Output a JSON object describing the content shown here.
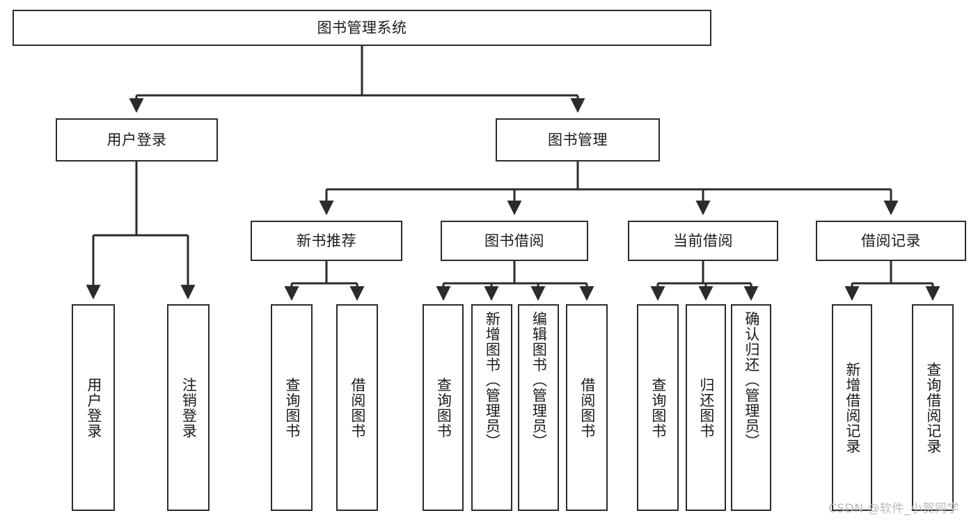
{
  "diagram": {
    "title": "图书管理系统",
    "watermark": "CSDN @软件_小贺同学",
    "colors": {
      "box_border": "#2b2b2b",
      "box_fill": "#ffffff",
      "line": "#2b2b2b",
      "text": "#1a1a1a",
      "watermark": "#b9b9b9"
    },
    "nodes": {
      "root": {
        "label": "图书管理系统"
      },
      "level1": [
        {
          "label": "用户登录"
        },
        {
          "label": "图书管理"
        }
      ],
      "level2": [
        {
          "label": "新书推荐"
        },
        {
          "label": "图书借阅"
        },
        {
          "label": "当前借阅"
        },
        {
          "label": "借阅记录"
        }
      ],
      "leaves": {
        "user_login": [
          {
            "label": "用户登录"
          },
          {
            "label": "注销登录"
          }
        ],
        "new_book_recommend": [
          {
            "label": "查询图书"
          },
          {
            "label": "借阅图书"
          }
        ],
        "book_borrow": [
          {
            "label": "查询图书"
          },
          {
            "label": "新增图书（管理员）"
          },
          {
            "label": "编辑图书（管理员）"
          },
          {
            "label": "借阅图书"
          }
        ],
        "current_borrow": [
          {
            "label": "查询图书"
          },
          {
            "label": "归还图书"
          },
          {
            "label": "确认归还（管理员）"
          }
        ],
        "borrow_record": [
          {
            "label": "新增借阅记录"
          },
          {
            "label": "查询借阅记录"
          }
        ]
      }
    }
  }
}
